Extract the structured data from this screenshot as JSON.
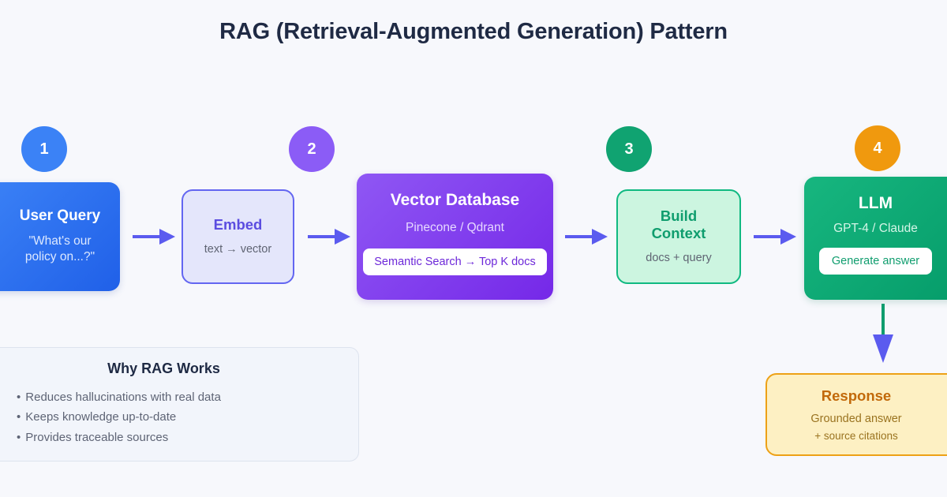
{
  "title": "RAG (Retrieval-Augmented Generation) Pattern",
  "colors": {
    "background": "#f7f8fc",
    "arrow": "#5b5bef",
    "blue": "#3b82f6",
    "purple": "#8b5cf6",
    "green": "#10b981",
    "orange": "#f0990e",
    "amber": "#eda116"
  },
  "steps": [
    {
      "badge": "1",
      "title": "User Query",
      "sub": "\"What's our\npolicy on...?\""
    },
    {
      "badge": "2",
      "title": "Embed",
      "sub": "text → vector"
    },
    {
      "badge": "3",
      "title": "Build\nContext",
      "sub": "docs + query"
    },
    {
      "badge": "4",
      "title": "LLM",
      "sub": "GPT-4 / Claude"
    }
  ],
  "nodes": {
    "user_query": {
      "badge": "1",
      "title": "User Query",
      "sub_line1": "\"What's our",
      "sub_line2": "policy on...?\""
    },
    "embed": {
      "badge": "2",
      "title": "Embed",
      "sub": "text → vector"
    },
    "vector_db": {
      "title": "Vector Database",
      "sub": "Pinecone / Qdrant",
      "chip": "Semantic Search → Top K docs"
    },
    "build_context": {
      "badge": "3",
      "title_line1": "Build",
      "title_line2": "Context",
      "sub": "docs + query"
    },
    "llm": {
      "badge": "4",
      "title": "LLM",
      "sub": "GPT-4 / Claude",
      "chip": "Generate answer"
    },
    "response": {
      "title": "Response",
      "sub": "Grounded answer",
      "sub2": "+ source citations"
    }
  },
  "why_rag": {
    "title": "Why RAG Works",
    "bullets": [
      "Reduces hallucinations with real data",
      "Keeps knowledge up-to-date",
      "Provides traceable sources"
    ],
    "bullet_glyph": "•"
  }
}
